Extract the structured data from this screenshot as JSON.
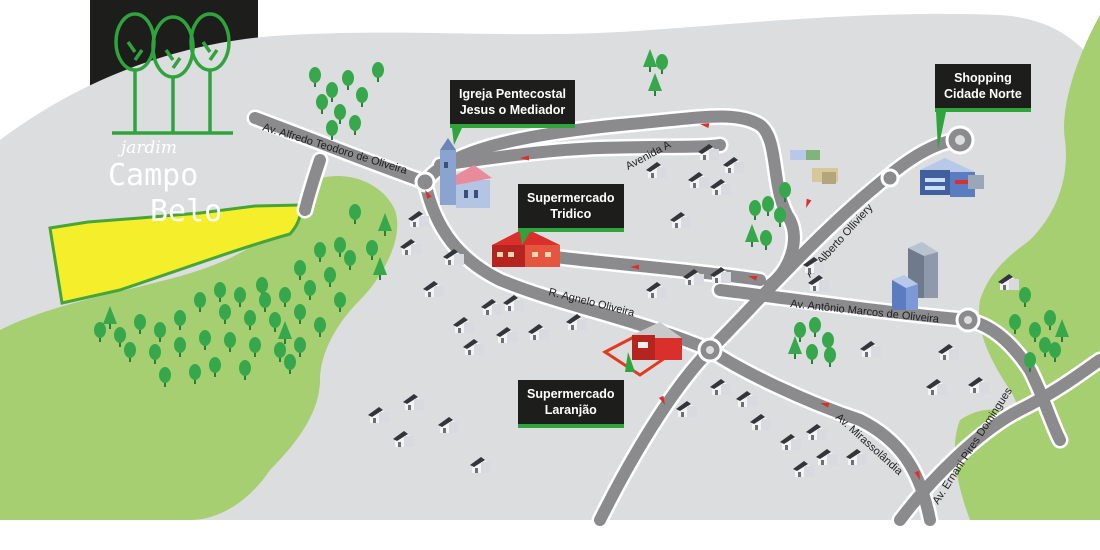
{
  "brand": {
    "line1": "jardim",
    "line2": "Campo",
    "line3": "Belo"
  },
  "landmarks": [
    {
      "id": "igreja",
      "lines": [
        "Igreja Pentecostal",
        "Jesus o Mediador"
      ]
    },
    {
      "id": "tridico",
      "lines": [
        "Supermercado",
        "Tridico"
      ]
    },
    {
      "id": "shopping",
      "lines": [
        "Shopping",
        "Cidade Norte"
      ]
    },
    {
      "id": "laranjao",
      "lines": [
        "Supermercado",
        "Laranjão"
      ]
    }
  ],
  "streets": {
    "alfredo": "Av. Alfredo Teodoro de Oliveira",
    "avenida_a": "Avenida A",
    "alberto": "Av. Alberto Olliviery",
    "antonio": "Av. Antônio Marcos de Oliveira",
    "agnelo": "R. Agnelo Oliveira",
    "mirassolandia": "Av. Mirassolândia",
    "ernani": "Av. Ernani Pires Domingues"
  },
  "colors": {
    "land": "#dcdddf",
    "green_area": "#a6cf71",
    "highlight": "#f4ef2a",
    "road": "#8b8b8d",
    "arrow": "#d9302c",
    "callout_bg": "#1d1d1b",
    "callout_accent": "#2fa43c",
    "tree": "#36a84b",
    "logo_green": "#2fa43c"
  },
  "icons": [
    "tree-icon",
    "house-icon",
    "church-icon",
    "supermarket-icon",
    "mall-icon",
    "building-icon"
  ]
}
